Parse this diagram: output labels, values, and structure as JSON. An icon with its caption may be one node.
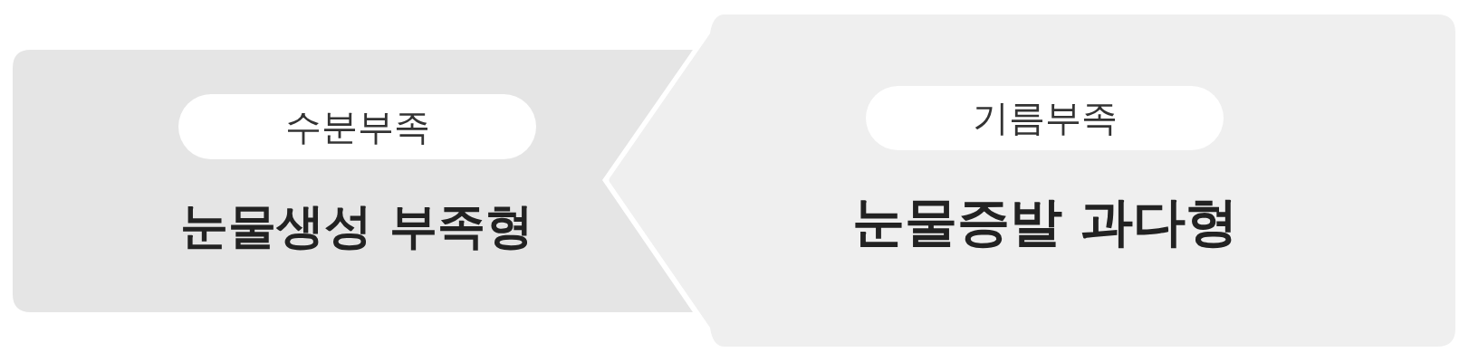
{
  "diagram": {
    "nodes": [
      {
        "text": [
          "눈물생성 부족형"
        ]
      },
      {
        "text": [
          "수분부족"
        ],
        "in": 0
      },
      {
        "text": [
          "눈물증발 과다형"
        ]
      },
      {
        "text": [
          "기름부족"
        ],
        "in": 2
      }
    ]
  }
}
